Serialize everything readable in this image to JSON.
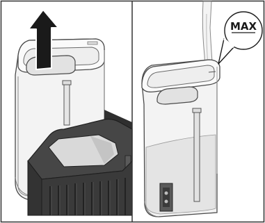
{
  "panels": [
    {
      "name": "remove-tank",
      "arrow": "up"
    },
    {
      "name": "fill-tank",
      "level_marker": "max"
    }
  ],
  "callout": {
    "label": "MAX"
  },
  "colors": {
    "frame": "#333333",
    "tank_outline": "#4a4a4a",
    "tank_fill": "#f2f2f2",
    "water": "#e6e6e6",
    "machine_body": "#3d3d3d",
    "machine_dark": "#2a2a2a",
    "machine_lid": "#d6d6d6",
    "arrow": "#1a1a1a"
  }
}
